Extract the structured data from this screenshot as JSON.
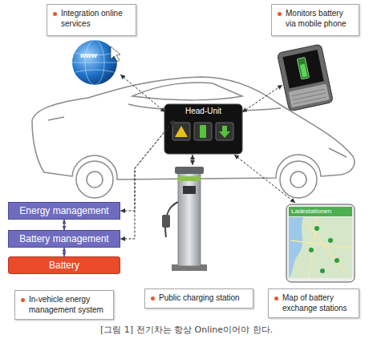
{
  "diagram": {
    "caption": "[그림 1] 전기차는 항상 Online이어야 한다.",
    "nodes": [
      {
        "text": [
          "Integration online services"
        ]
      },
      {
        "text": [
          "Monitors battery via mobile phone"
        ]
      },
      {
        "text": [
          "Head-Unit"
        ]
      },
      {
        "text": [
          "Energy management"
        ]
      },
      {
        "text": [
          "Battery management"
        ]
      },
      {
        "text": [
          "Battery"
        ]
      },
      {
        "text": [
          "In-vehicle energy management system"
        ]
      },
      {
        "text": [
          "Public charging station"
        ]
      },
      {
        "text": [
          "Map of battery exchange stations"
        ]
      }
    ],
    "edges": [
      {
        "from": 2,
        "to": 3,
        "arrow": "both"
      },
      {
        "from": 2,
        "to": 4,
        "arrow": "both"
      },
      {
        "from": 3,
        "to": 4,
        "arrow": "both"
      },
      {
        "from": 4,
        "to": 5,
        "arrow": "both"
      }
    ],
    "labels": [
      "www",
      "Ladestationen"
    ]
  }
}
